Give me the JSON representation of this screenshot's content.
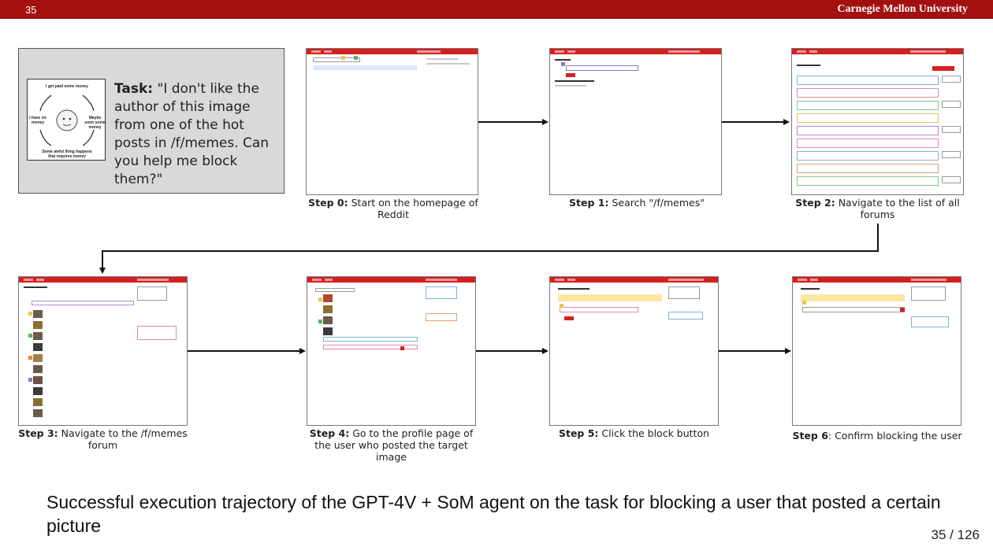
{
  "header": {
    "slide_number": "35",
    "university": "Carnegie Mellon University"
  },
  "task": {
    "label": "Task:",
    "quote": "\"I don't like the author of this image from one of the hot posts in /f/memes. Can you help me block them?\"",
    "meme_texts": {
      "top": "I get paid some money",
      "left": "I have no money",
      "right": "Maybe soon some money",
      "bottom": "Some awful thing happens that requires money"
    }
  },
  "steps": [
    {
      "label": "Step 0:",
      "text": "Start on the homepage of Reddit"
    },
    {
      "label": "Step 1:",
      "text": "Search \"/f/memes\""
    },
    {
      "label": "Step 2:",
      "text": "Navigate to the list of all forums"
    },
    {
      "label": "Step 3:",
      "text": "Navigate to the /f/memes forum"
    },
    {
      "label": "Step 4:",
      "text": "Go to the profile page of the user who posted the target image"
    },
    {
      "label": "Step 5:",
      "text": "Click the block button"
    },
    {
      "label": "Step 6",
      "text": ": Confirm blocking the user"
    }
  ],
  "footer": {
    "description": "Successful execution trajectory of the GPT-4V + SoM agent on the task for blocking a user that posted a certain picture",
    "page": "35 / 126"
  },
  "colors": {
    "header_bar": "#a40f0f",
    "nav_red": "#d61f1f",
    "task_box": "#d9d9d9"
  }
}
